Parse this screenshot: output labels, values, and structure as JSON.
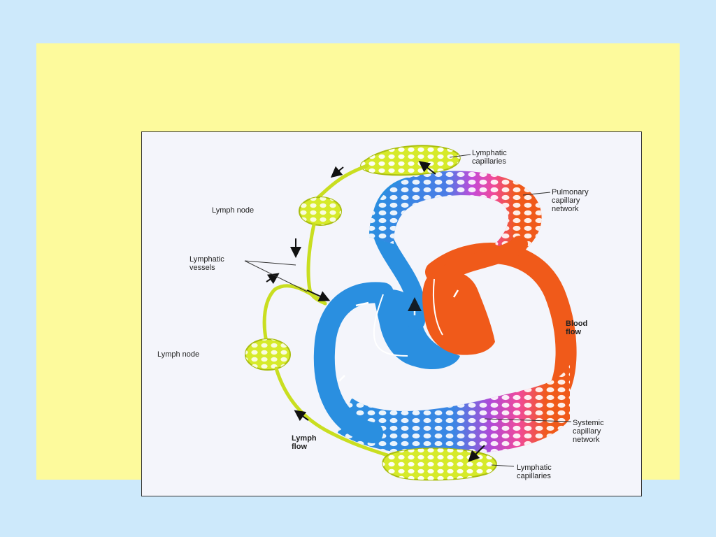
{
  "labels": {
    "lymphatic_capillaries_top": "Lymphatic\ncapillaries",
    "pulmonary_capillary_network": "Pulmonary\ncapillary\nnetwork",
    "lymph_node_top": "Lymph node",
    "lymphatic_vessels": "Lymphatic\nvessels",
    "blood_flow": "Blood\nflow",
    "lymph_node_bottom": "Lymph node",
    "systemic_capillary_network": "Systemic\ncapillary\nnetwork",
    "lymph_flow": "Lymph\nflow",
    "lymphatic_capillaries_bottom": "Lymphatic\ncapillaries"
  },
  "colors": {
    "background": "#cde9fb",
    "slide": "#fdfa9c",
    "lymph": "#d6ea2a",
    "blood_deoxygenated": "#2a8fe0",
    "blood_oxygenated": "#f05a1a",
    "transition": "#c44ad8"
  }
}
